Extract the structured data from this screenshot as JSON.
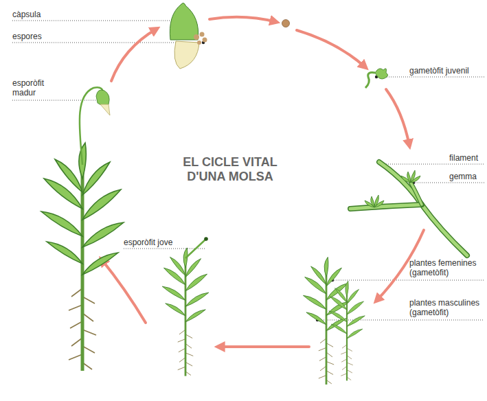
{
  "diagram": {
    "title": "EL CICLE VITAL D'UNA MOLSA",
    "labels": [
      "càpsula",
      "espores",
      "esporòfit madur",
      "gametòfit juvenil",
      "filament",
      "gemma",
      "plantes femenines (gametòfit)",
      "plantes masculines (gametòfit)",
      "esporòfit jove"
    ]
  }
}
